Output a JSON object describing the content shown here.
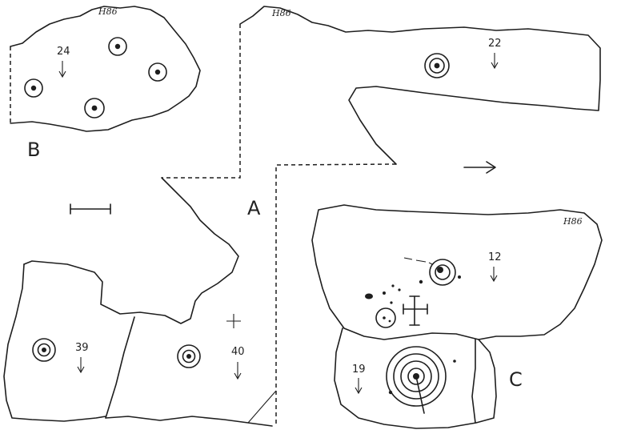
{
  "labels": {
    "section_a": "A",
    "section_b": "B",
    "section_c": "C"
  },
  "numbers": {
    "n24": "24",
    "n22": "22",
    "n12": "12",
    "n19": "19",
    "n39": "39",
    "n40": "40"
  },
  "signatures": {
    "sig_b": "H86",
    "sig_a": "H86",
    "sig_c": "H86"
  },
  "colors": {
    "ink": "#1e1e1e",
    "paper": "#ffffff"
  }
}
